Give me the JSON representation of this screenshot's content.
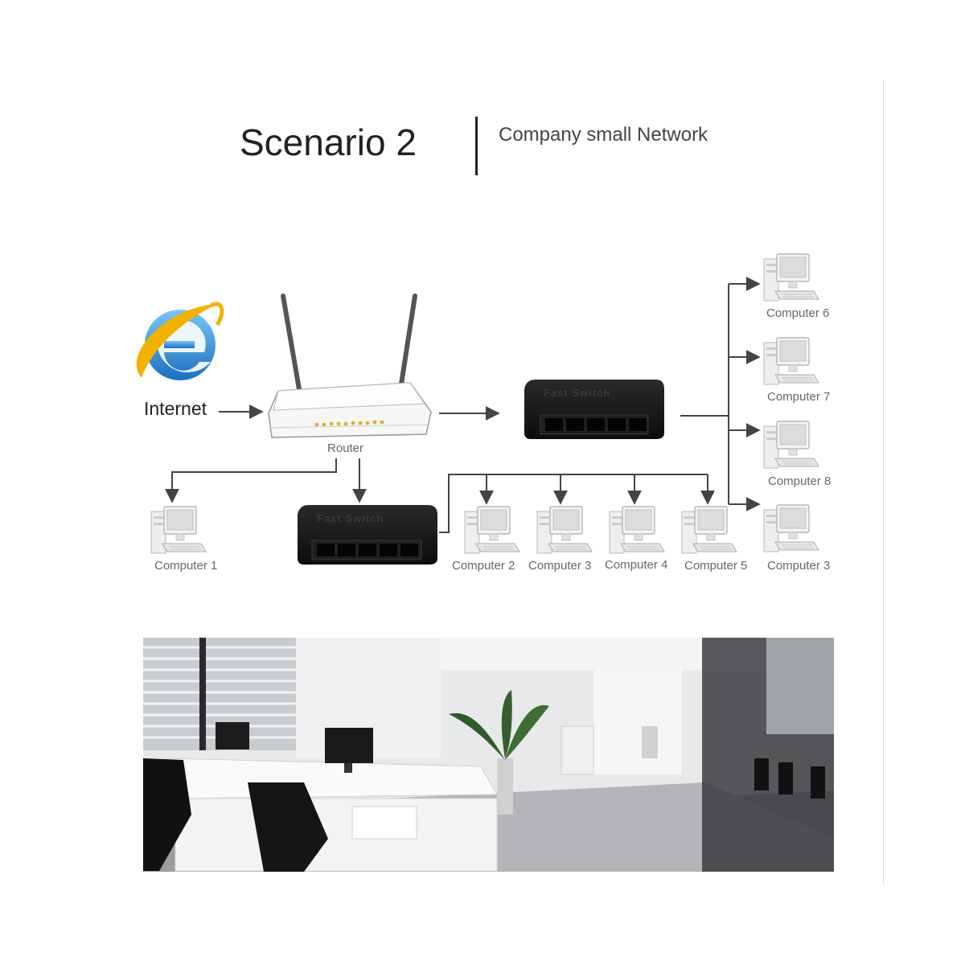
{
  "header": {
    "title": "Scenario 2",
    "subtitle": "Company small Network"
  },
  "diagram": {
    "internet_label": "Internet",
    "router_label": "Router",
    "switch_top_label": "Fast Switch",
    "switch_bottom_label": "Fast Switch",
    "computers": {
      "c1": "Computer 1",
      "c2": "Computer 2",
      "c3": "Computer 3",
      "c4": "Computer 4",
      "c5": "Computer 5",
      "c6": "Computer 6",
      "c7": "Computer 7",
      "c8": "Computer 8",
      "c9": "Computer 3"
    }
  },
  "colors": {
    "arrow": "#444444",
    "switch_body": "#141414",
    "router_body": "#f4f4f4",
    "ie_blue": "#2f8fd8",
    "ie_ring": "#f2b100"
  },
  "icons": [
    "internet-explorer-icon",
    "router-icon",
    "switch-icon",
    "computer-icon"
  ]
}
